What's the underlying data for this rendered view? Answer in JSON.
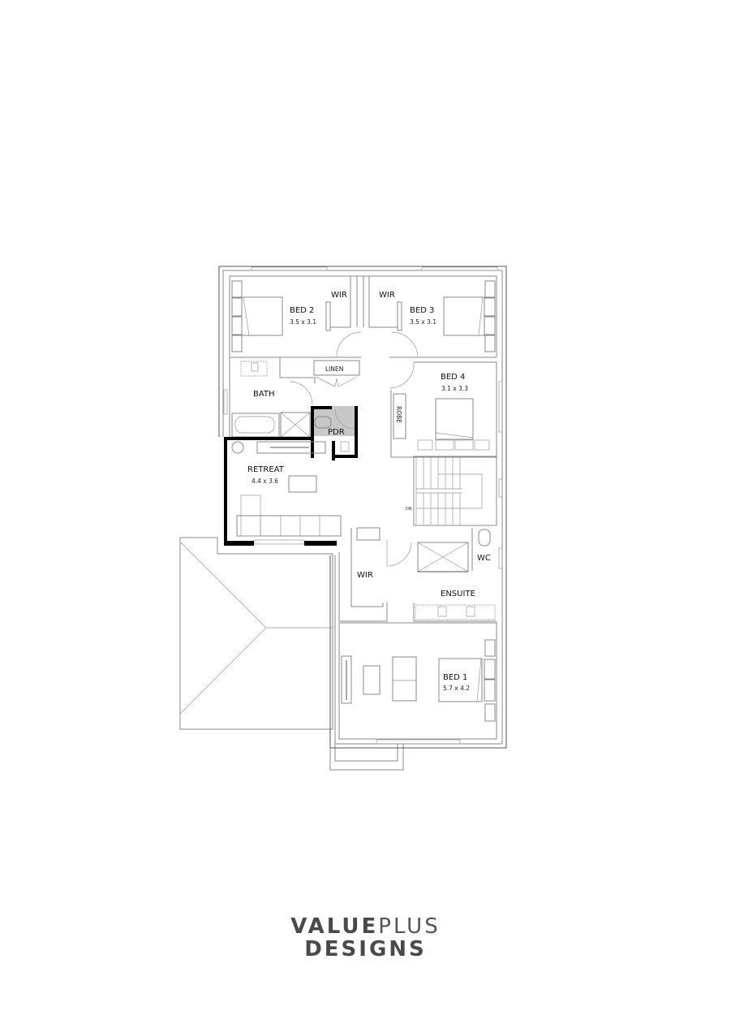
{
  "plan": {
    "rooms": [
      {
        "id": "bed2",
        "label": "BED 2",
        "size": "3.5 x 3.1"
      },
      {
        "id": "bed3",
        "label": "BED 3",
        "size": "3.5 x 3.1"
      },
      {
        "id": "wir_bed2",
        "label": "WIR"
      },
      {
        "id": "wir_bed3",
        "label": "WIR"
      },
      {
        "id": "linen",
        "label": "LINEN"
      },
      {
        "id": "bath",
        "label": "BATH"
      },
      {
        "id": "pdr",
        "label": "PDR"
      },
      {
        "id": "bed4",
        "label": "BED 4",
        "size": "3.1 x 3.3"
      },
      {
        "id": "robe",
        "label": "ROBE"
      },
      {
        "id": "retreat",
        "label": "RETREAT",
        "size": "4.4 x 3.6"
      },
      {
        "id": "stairs",
        "label": "DN"
      },
      {
        "id": "wir_bed1",
        "label": "WIR"
      },
      {
        "id": "wc",
        "label": "WC"
      },
      {
        "id": "ensuite",
        "label": "ENSUITE"
      },
      {
        "id": "bed1",
        "label": "BED 1",
        "size": "5.7 x 4.2"
      }
    ]
  },
  "logo": {
    "line1_bold": "VALUE",
    "line1_light": "PLUS",
    "line2": "DESIGNS"
  }
}
